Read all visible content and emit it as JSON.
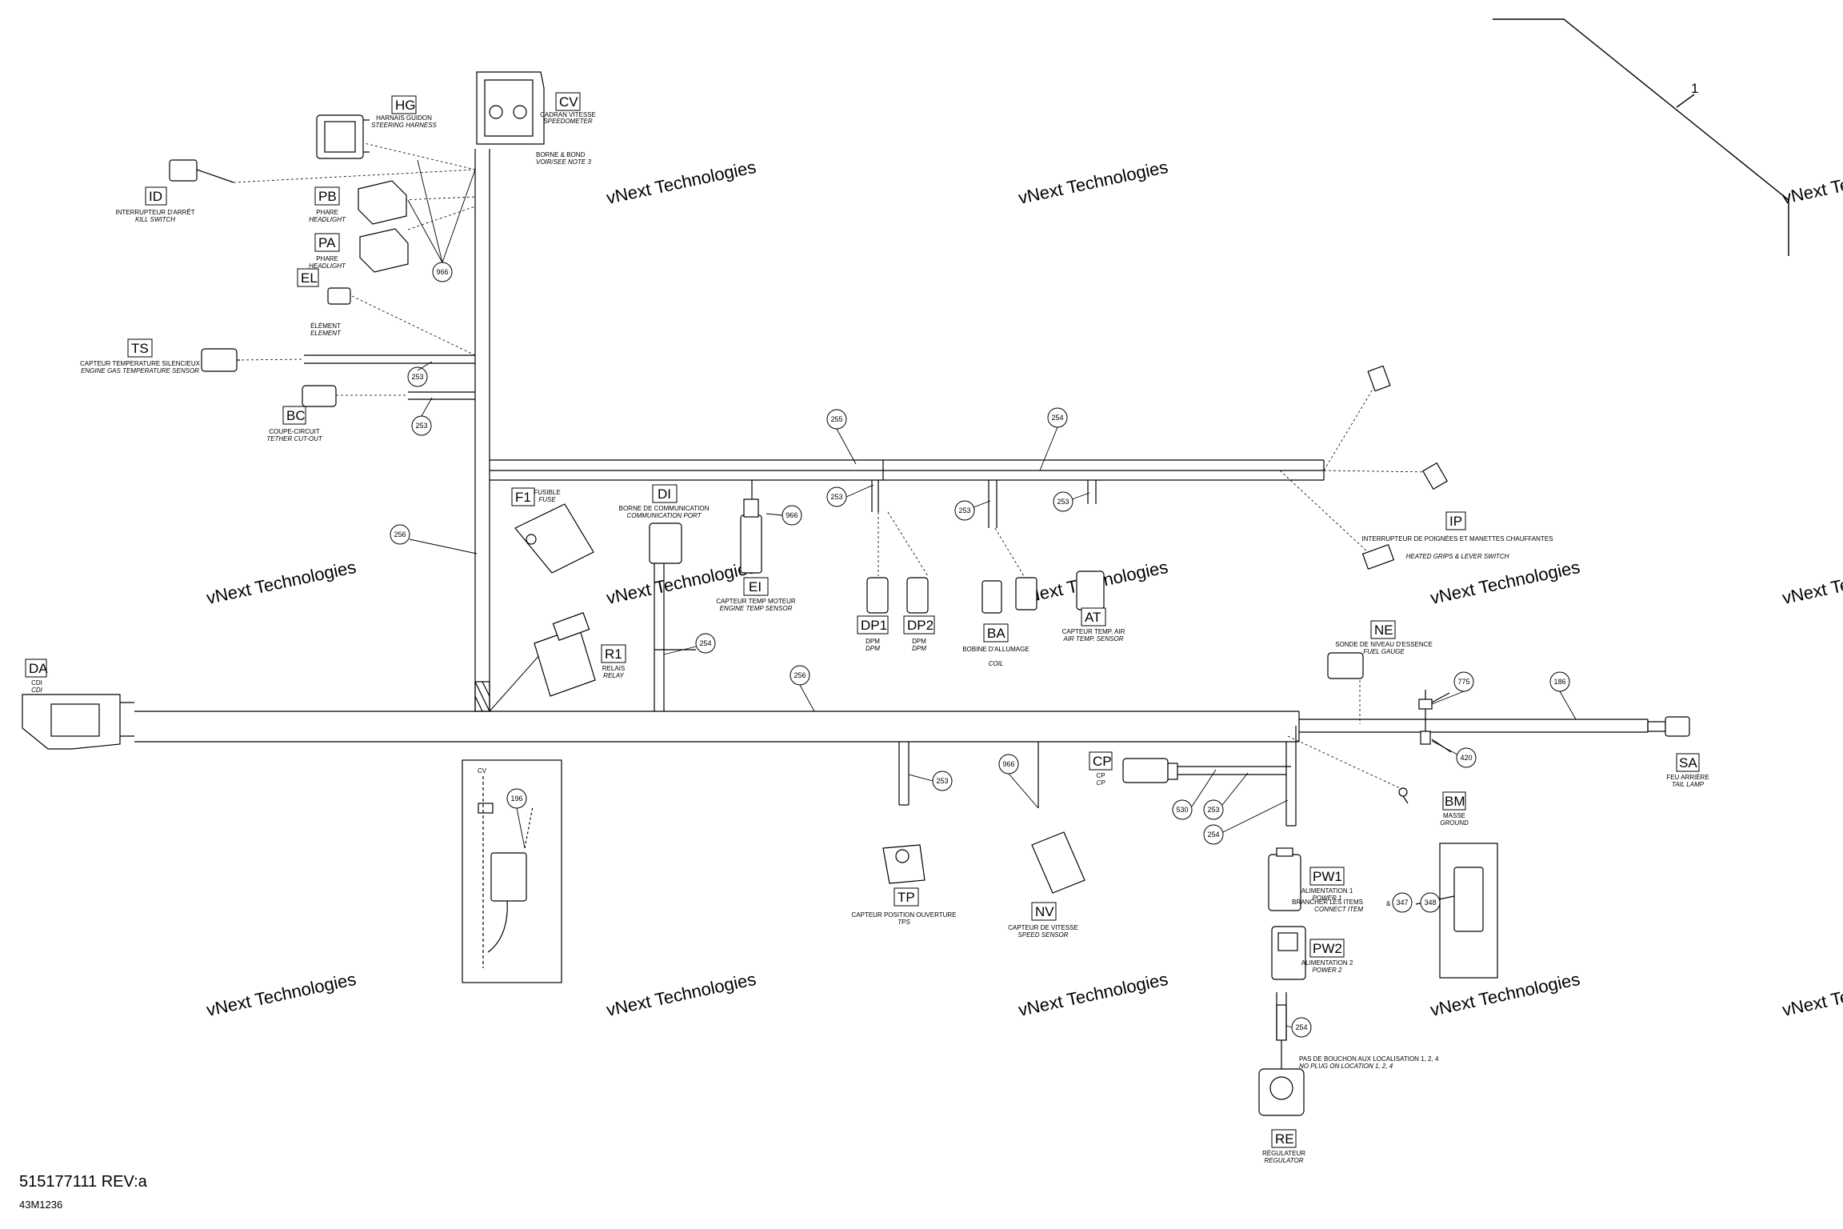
{
  "watermark": "vNext Technologies",
  "corner_callout": "1",
  "connectors": [
    {
      "code": "HG",
      "label_fr": "HARNAIS GUIDON",
      "label_en": "STEERING HARNESS"
    },
    {
      "code": "CV",
      "label_fr": "CADRAN VITESSE",
      "label_en": "SPEEDOMETER"
    },
    {
      "code": "ID",
      "label_fr": "INTERRUPTEUR D'ARRÊT",
      "label_en": "KILL SWITCH"
    },
    {
      "code": "PB",
      "label_fr": "PHARE",
      "label_en": "HEADLIGHT"
    },
    {
      "code": "PA",
      "label_fr": "PHARE",
      "label_en": "HEADLIGHT"
    },
    {
      "code": "EL",
      "label_fr": "ÉLÉMENT",
      "label_en": "ELEMENT"
    },
    {
      "code": "TS",
      "label_fr": "CAPTEUR TEMPERATURE SILENCIEUX",
      "label_en": "ENGINE GAS TEMPERATURE SENSOR"
    },
    {
      "code": "BC",
      "label_fr": "COUPE-CIRCUIT",
      "label_en": "TETHER CUT-OUT"
    },
    {
      "code": "F1",
      "label_fr": "FUSIBLE",
      "label_en": "FUSE"
    },
    {
      "code": "DI",
      "label_fr": "BORNE DE COMMUNICATION",
      "label_en": "COMMUNICATION PORT"
    },
    {
      "code": "EI",
      "label_fr": "CAPTEUR TEMP MOTEUR",
      "label_en": "ENGINE TEMP SENSOR"
    },
    {
      "code": "DP1",
      "label_fr": "DPM",
      "label_en": "DPM"
    },
    {
      "code": "DP2",
      "label_fr": "DPM",
      "label_en": "DPM"
    },
    {
      "code": "BA",
      "label_fr": "BOBINE D'ALLUMAGE",
      "label_en": "COIL"
    },
    {
      "code": "AT",
      "label_fr": "CAPTEUR TEMP. AIR",
      "label_en": "AIR TEMP. SENSOR"
    },
    {
      "code": "IP",
      "label_fr": "INTERRUPTEUR DE POIGNÉES ET MANETTES CHAUFFANTES",
      "label_en": "HEATED GRIPS & LEVER SWITCH"
    },
    {
      "code": "NE",
      "label_fr": "SONDE DE NIVEAU D'ESSENCE",
      "label_en": "FUEL GAUGE"
    },
    {
      "code": "DA",
      "label_fr": "CDI",
      "label_en": "CDI"
    },
    {
      "code": "R1",
      "label_fr": "RELAIS",
      "label_en": "RELAY"
    },
    {
      "code": "SA",
      "label_fr": "FEU ARRIÈRE",
      "label_en": "TAIL LAMP"
    },
    {
      "code": "CP",
      "label_fr": "CP",
      "label_en": "CP"
    },
    {
      "code": "BM",
      "label_fr": "MASSE",
      "label_en": "GROUND"
    },
    {
      "code": "PW1",
      "label_fr": "ALIMENTATION 1",
      "label_en": "POWER 1"
    },
    {
      "code": "PW2",
      "label_fr": "ALIMENTATION 2",
      "label_en": "POWER 2"
    },
    {
      "code": "TP",
      "label_fr": "CAPTEUR POSITION OUVERTURE",
      "label_en": "TPS"
    },
    {
      "code": "NV",
      "label_fr": "CAPTEUR DE VITESSE",
      "label_en": "SPEED SENSOR"
    },
    {
      "code": "RE",
      "label_fr": "RÉGULATEUR",
      "label_en": "REGULATOR"
    }
  ],
  "notes": {
    "bore_fr": "BORNE & BOND",
    "bore_en": "VOIR/SEE NOTE 3",
    "connect_fr": "BRANCHER LES ITEMS",
    "connect_en": "CONNECT ITEM",
    "connect_and": "&",
    "plug_fr": "PAS DE BOUCHON AUX LOCALISATION 1, 2, 4",
    "plug_en": "NO PLUG ON LOCATION 1, 2, 4",
    "cv_small": "CV"
  },
  "callouts": [
    "966",
    "253",
    "253",
    "255",
    "254",
    "253",
    "253",
    "253",
    "966",
    "256",
    "254",
    "256",
    "775",
    "186",
    "420",
    "253",
    "966",
    "530",
    "253",
    "254",
    "196",
    "347",
    "348",
    "254"
  ],
  "footer": {
    "part_number": "515177111 REV:a",
    "drawing_number": "43M1236"
  }
}
